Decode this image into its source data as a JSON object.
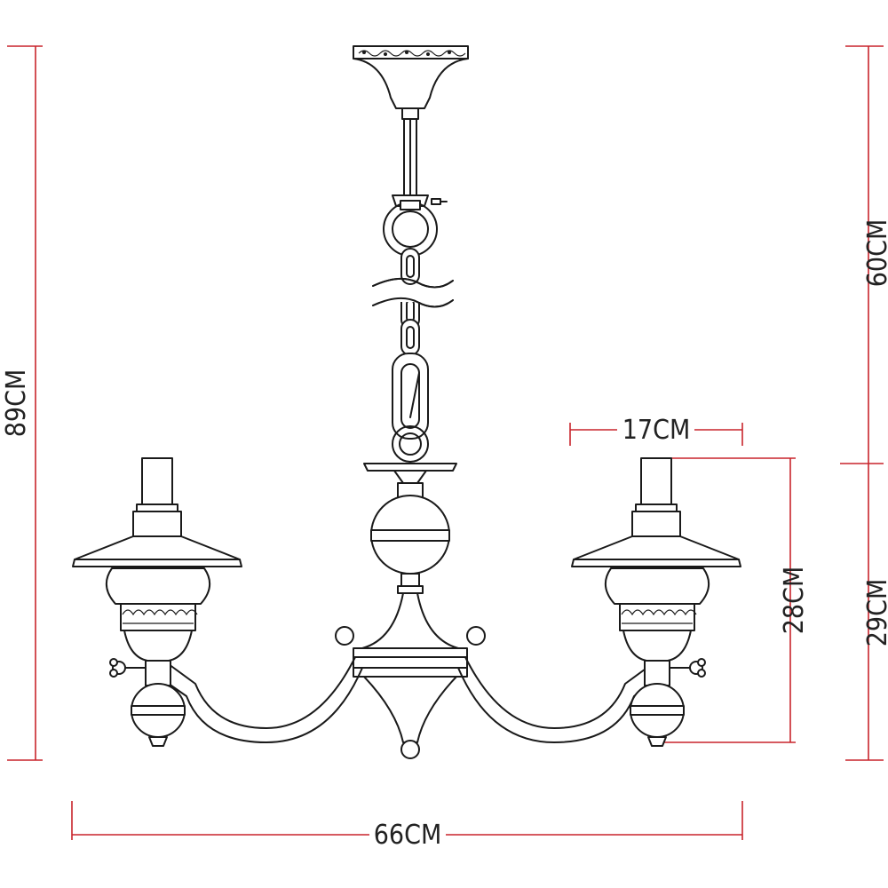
{
  "dimensions": {
    "total_height": "89CM",
    "chain_length": "60CM",
    "body_height": "29CM",
    "arm_height": "28CM",
    "shade_width": "17CM",
    "total_width": "66CM"
  },
  "colors": {
    "dimension_line": "#c8242b",
    "drawing_ink": "#1a1a1a",
    "background": "#ffffff"
  }
}
